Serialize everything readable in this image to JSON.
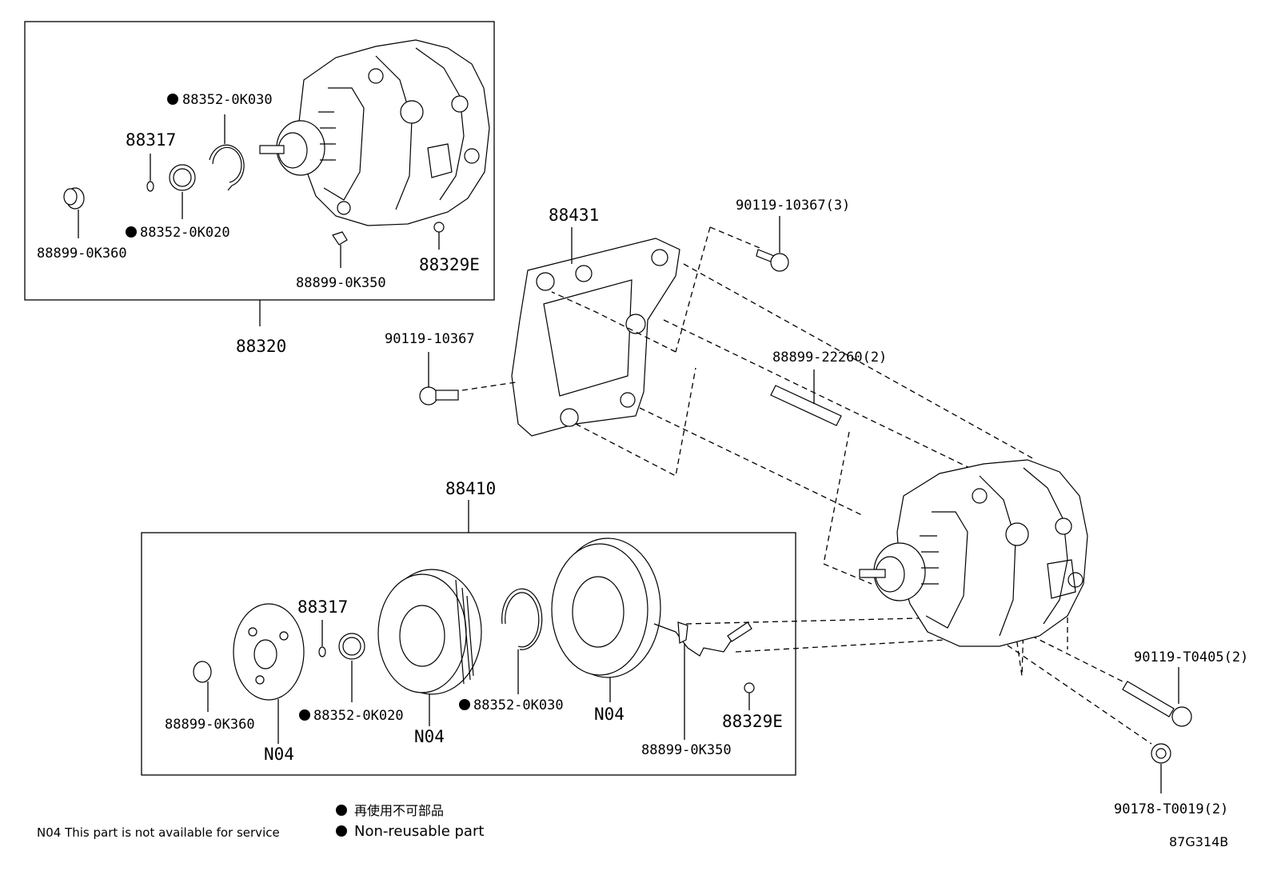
{
  "labels": {
    "p88352_0k030_top": "88352-0K030",
    "p88317_top": "88317",
    "p88899_0k360_top": "88899-0K360",
    "p88352_0k020_top": "88352-0K020",
    "p88899_0k350_top": "88899-0K350",
    "p88329e_top": "88329E",
    "p88320": "88320",
    "p88431": "88431",
    "p90119_10367_3": "90119-10367(3)",
    "p90119_10367": "90119-10367",
    "p88899_22260_2": "88899-22260(2)",
    "p88410": "88410",
    "p88317_bot": "88317",
    "p88899_0k360_bot": "88899-0K360",
    "p88352_0k020_bot": "88352-0K020",
    "p88352_0k030_bot": "88352-0K030",
    "p_n04_a": "N04",
    "p_n04_b": "N04",
    "p_n04_c": "N04",
    "p88329e_bot": "88329E",
    "p88899_0k350_bot": "88899-0K350",
    "p90119_t0405_2": "90119-T0405(2)",
    "p90178_t0019_2": "90178-T0019(2)"
  },
  "legend": {
    "jp": "再使用不可部品",
    "en": "Non-reusable part"
  },
  "footnote": "N04 This part is not available for service",
  "diagram_code": "87G314B"
}
